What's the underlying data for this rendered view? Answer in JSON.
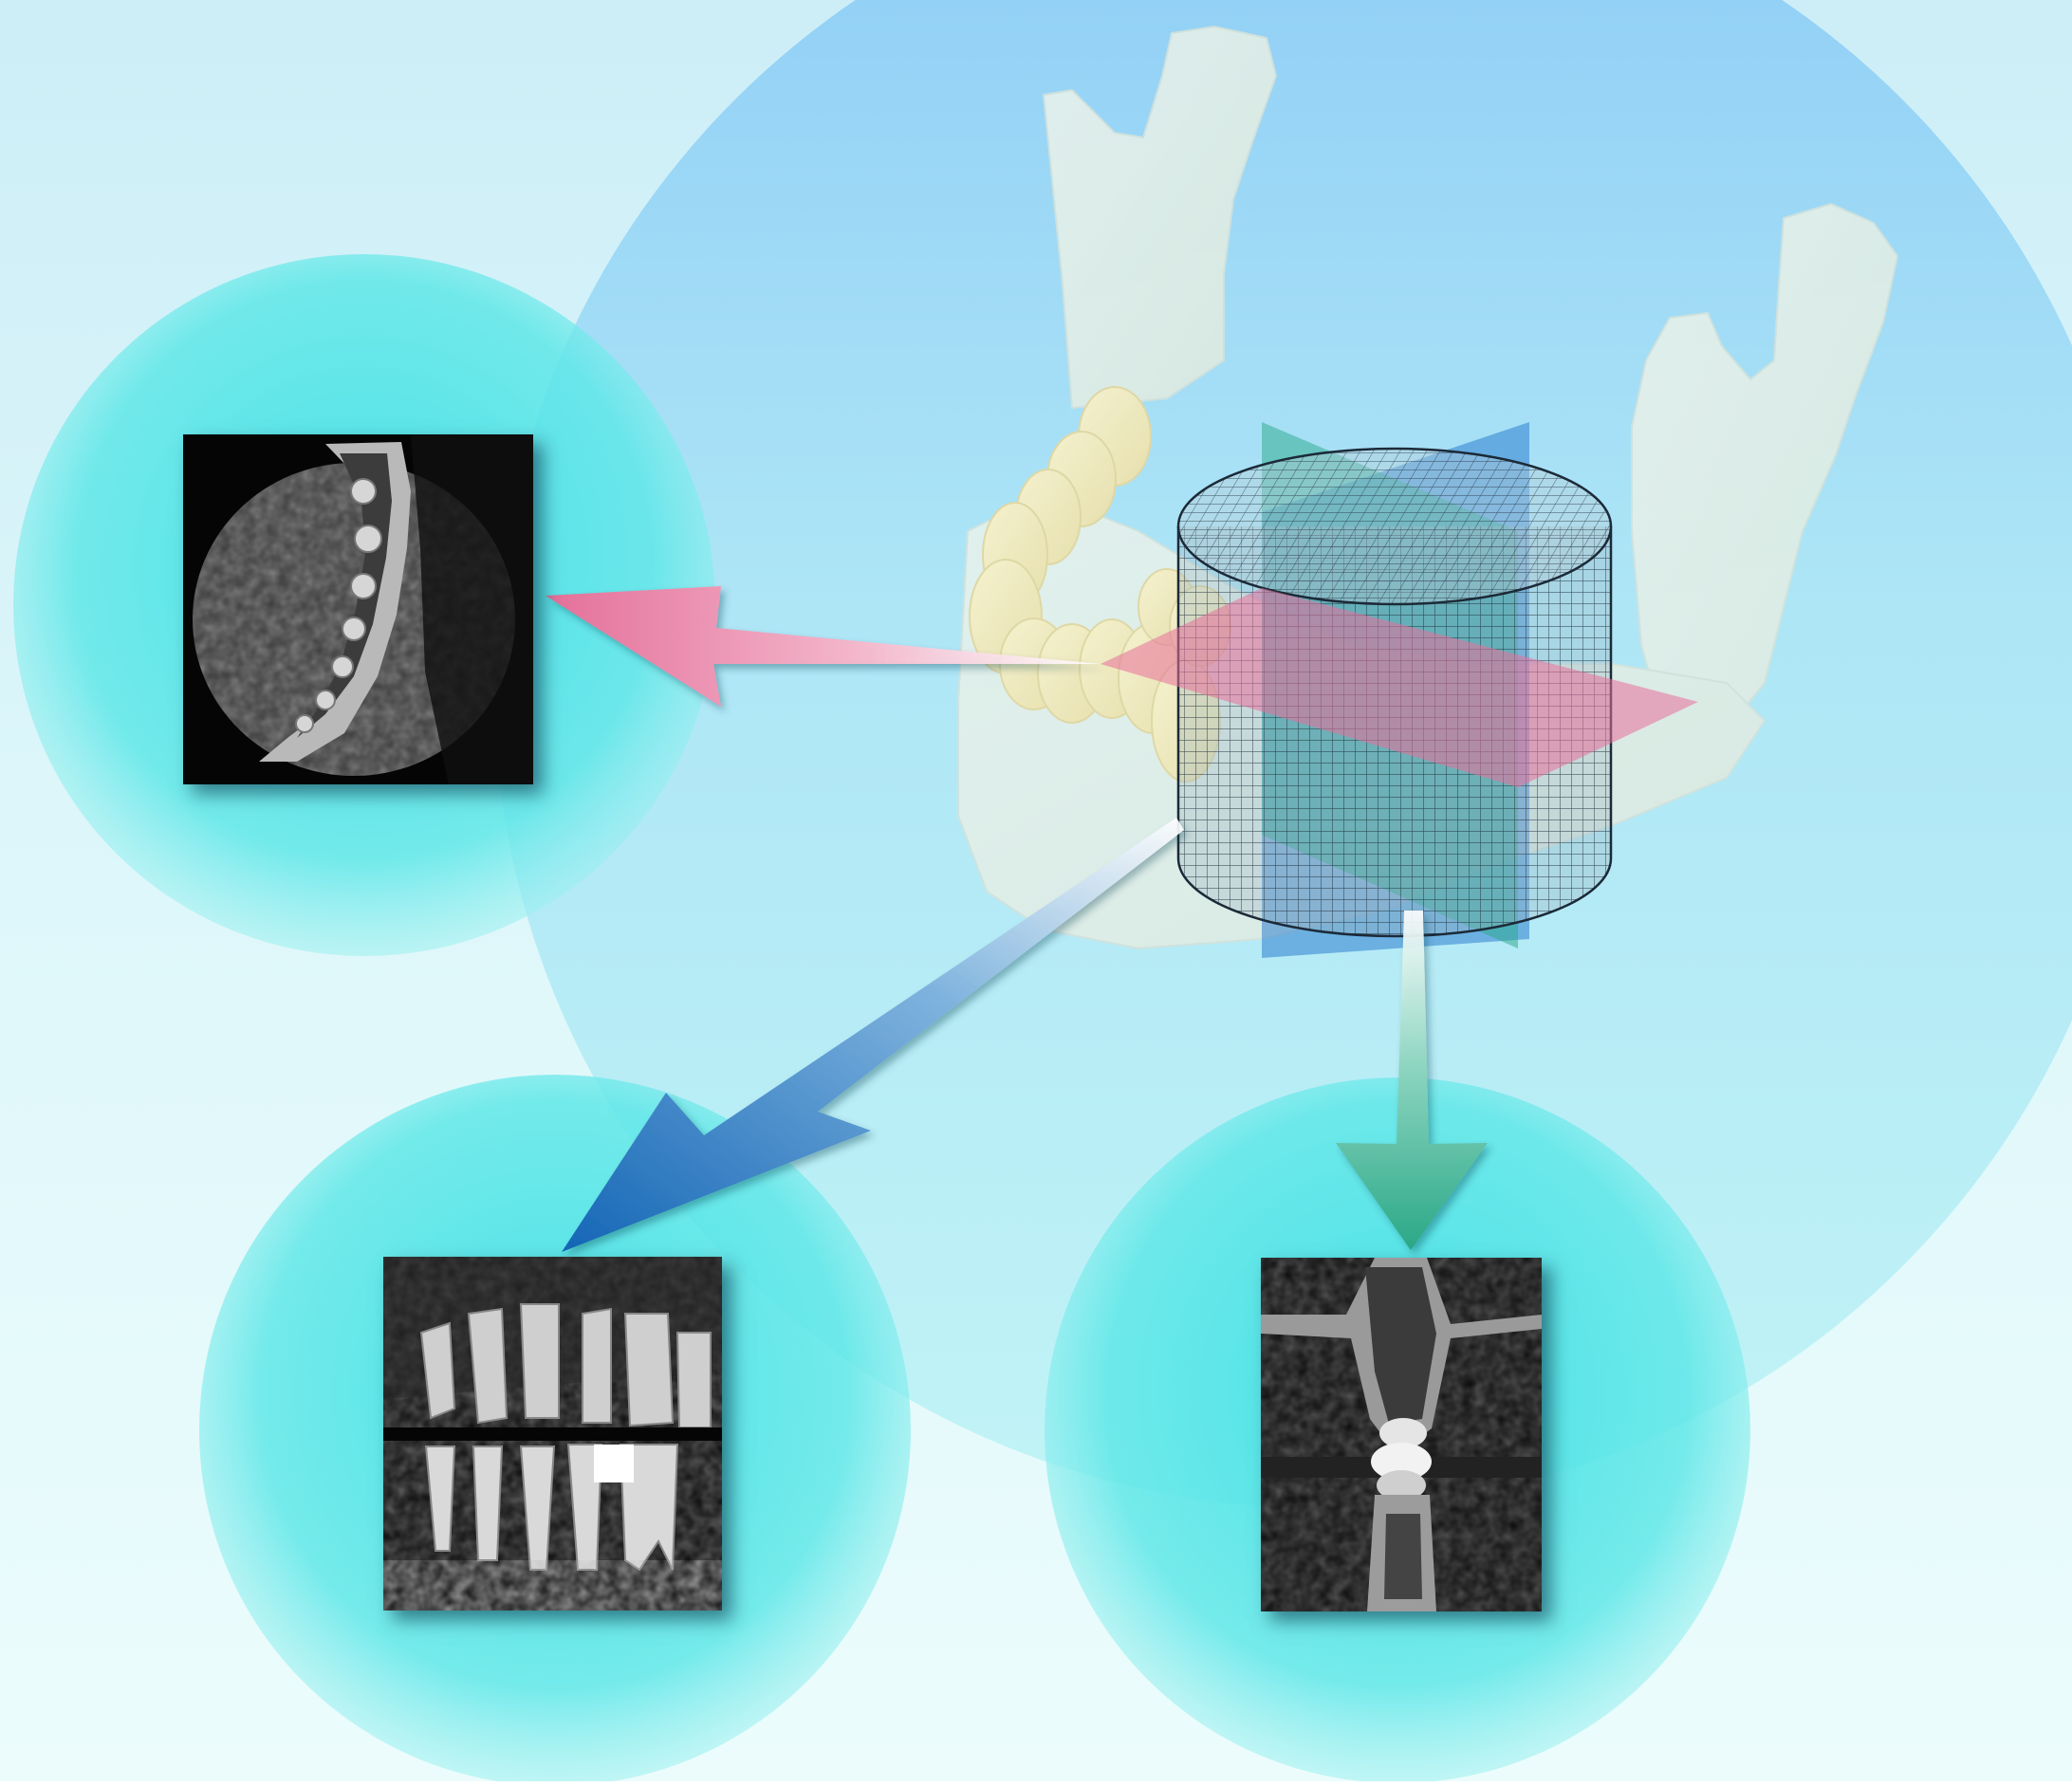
{
  "colors": {
    "background_top": "#cfeef6",
    "background_bottom": "#e9fbfb",
    "large_circle": "#8fd0f2",
    "view_circle": "#52e6e6",
    "axial_arrow": "#e8709b",
    "sagittal_arrow": "#1a72c1",
    "coronal_arrow": "#2fb08f",
    "bone": "#f3efd9",
    "teeth": "#f7efc2",
    "axial_plane": "#e8709b",
    "sagittal_plane": "#2e7fd0",
    "coronal_plane": "#2aa887",
    "grid_line": "#1c2a38",
    "slice_background": "#000000"
  },
  "icons": {
    "mandible": "mandible-illustration",
    "volume": "cylindrical-voxel-volume",
    "axial_view": "axial-ct-slice",
    "sagittal_view": "sagittal-ct-slice",
    "coronal_view": "coronal-ct-slice"
  }
}
